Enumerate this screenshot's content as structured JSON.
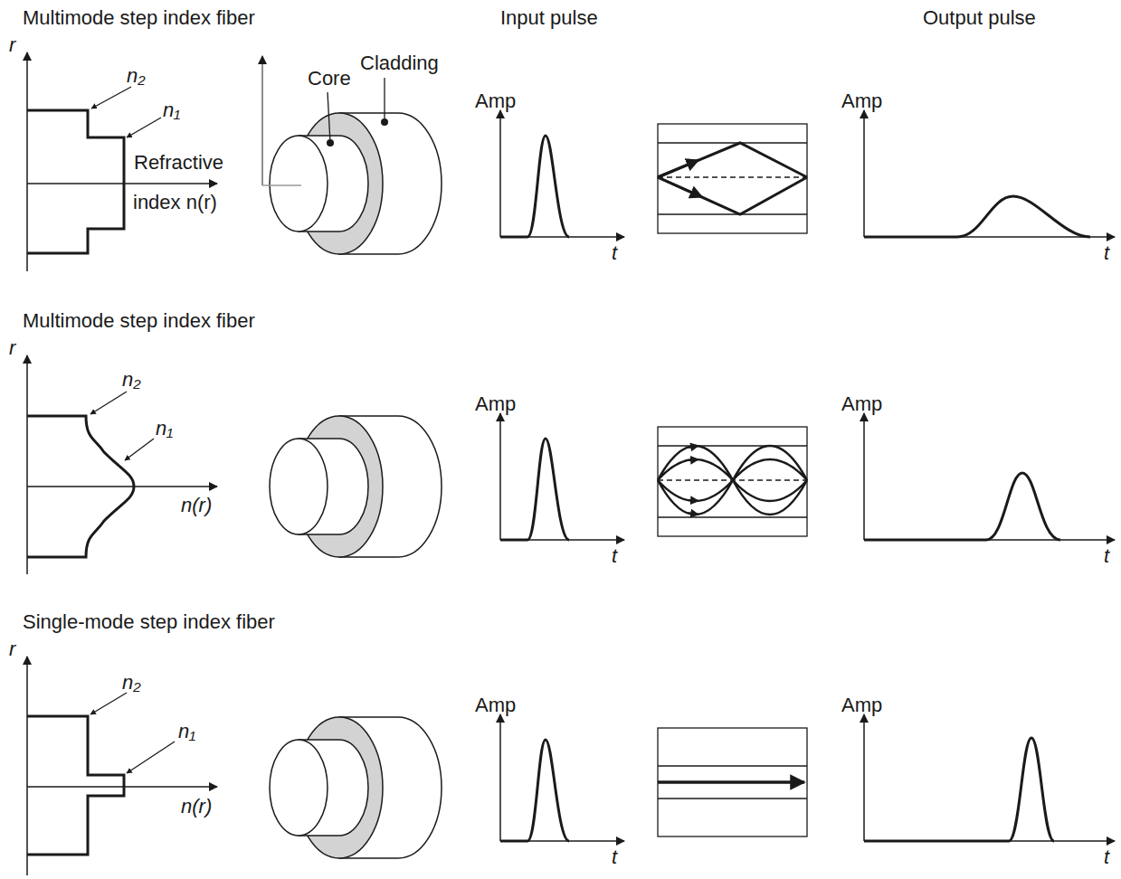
{
  "diagram": {
    "labels": [
      "Multimode step index fiber",
      "r",
      "n₂",
      "Core",
      "Cladding",
      "n₁",
      "Refractive",
      "index n(r)",
      "Input pulse",
      "Output pulse",
      "Amp",
      "Amp",
      "t",
      "t",
      "Multimode step index fiber",
      "r",
      "n₂",
      "n₁",
      "n(r)",
      "Amp",
      "Amp",
      "t",
      "t",
      "Single-mode step index fiber",
      "r",
      "n₂",
      "n₁",
      "n(r)",
      "Amp",
      "Amp",
      "t",
      "t"
    ]
  }
}
